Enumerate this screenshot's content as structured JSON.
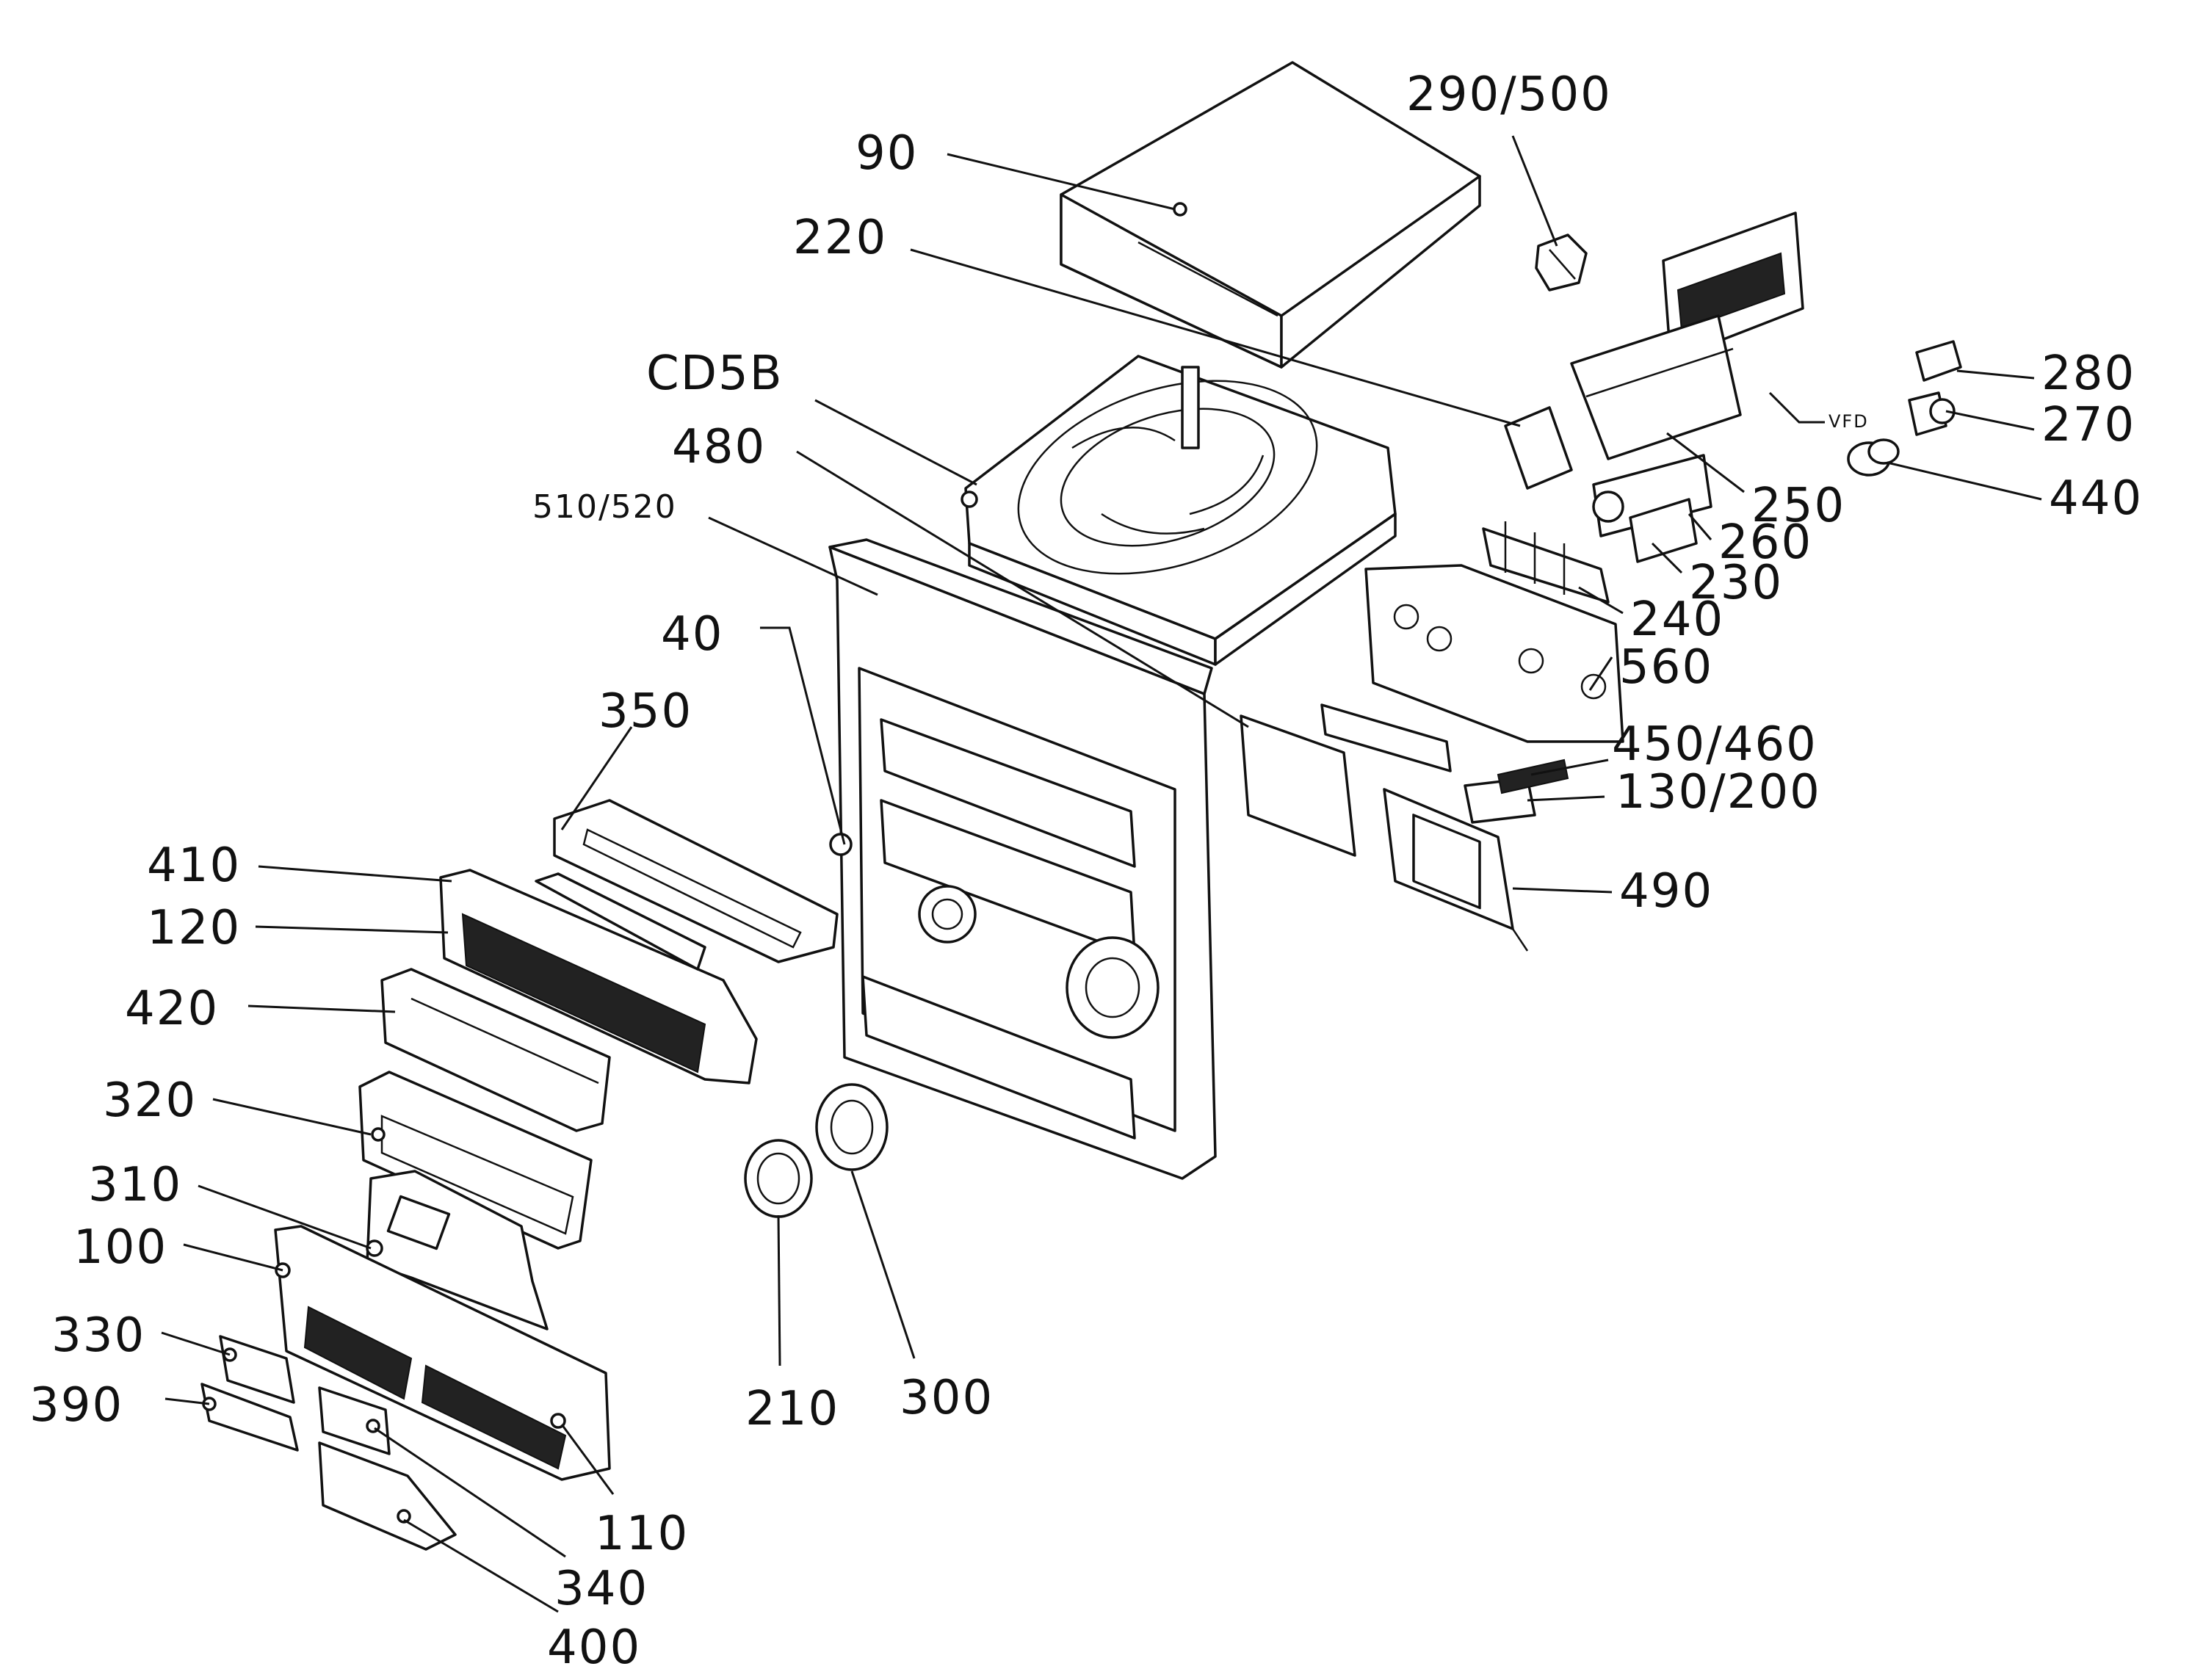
{
  "callouts": {
    "c90": "90",
    "c290_500": "290/500",
    "c220": "220",
    "cCD5B": "CD5B",
    "c480": "480",
    "c510_520": "510/520",
    "c280": "280",
    "cVFD": "VFD",
    "c270": "270",
    "c250": "250",
    "c440": "440",
    "c260": "260",
    "c230": "230",
    "c240": "240",
    "c560": "560",
    "c40": "40",
    "c350": "350",
    "c450_460": "450/460",
    "c130_200": "130/200",
    "c410": "410",
    "c490": "490",
    "c120": "120",
    "c420": "420",
    "c320": "320",
    "c310": "310",
    "c100": "100",
    "c330": "330",
    "c390": "390",
    "c210": "210",
    "c300": "300",
    "c110": "110",
    "c340": "340",
    "c400": "400"
  }
}
